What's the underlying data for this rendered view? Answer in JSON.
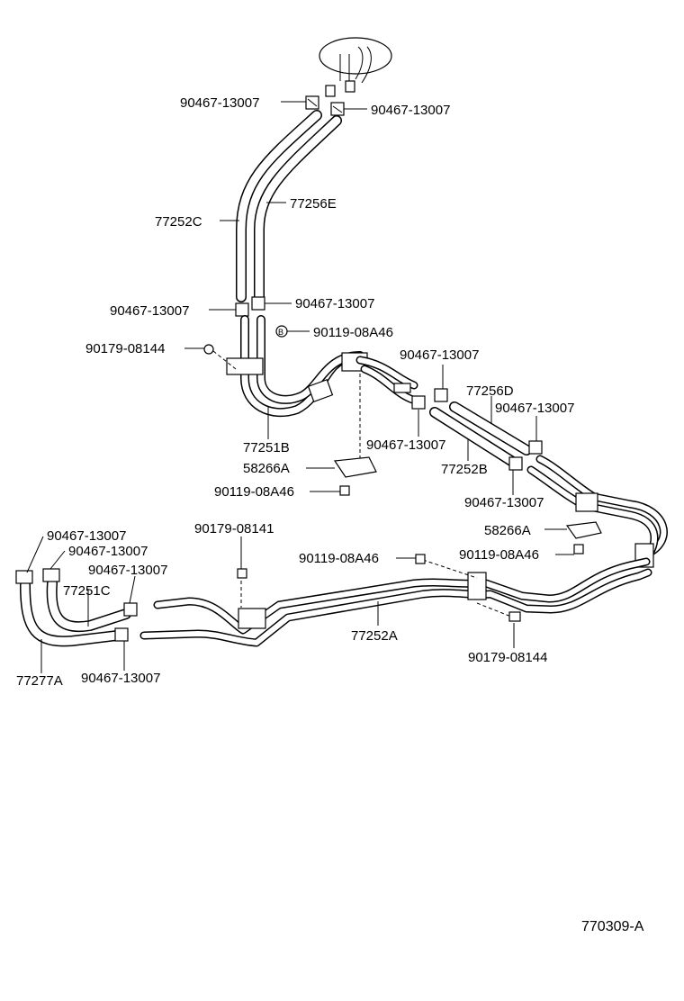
{
  "diagram": {
    "figure_code": "770309-A",
    "labels": {
      "clamp_top_left": "90467-13007",
      "clamp_top_right": "90467-13007",
      "hose_77252C": "77252C",
      "hose_77256E": "77256E",
      "clamp_mid_left": "90467-13007",
      "clamp_mid_right": "90467-13007",
      "bolt_90119_a": "90119-08A46",
      "nut_90179_08144_a": "90179-08144",
      "pipe_77251B": "77251B",
      "bracket_58266A_a": "58266A",
      "bolt_90119_b": "90119-08A46",
      "clamp_center_top": "90467-13007",
      "hose_77256D": "77256D",
      "clamp_right_top": "90467-13007",
      "clamp_center_bottom": "90467-13007",
      "hose_77252B": "77252B",
      "clamp_right_bottom": "90467-13007",
      "bracket_58266A_b": "58266A",
      "bolt_90119_c": "90119-08A46",
      "bolt_90119_d": "90119-08A46",
      "nut_90179_08141": "90179-08141",
      "pipe_77252A": "77252A",
      "nut_90179_08144_b": "90179-08144",
      "clamp_left_1": "90467-13007",
      "clamp_left_2": "90467-13007",
      "clamp_left_3": "90467-13007",
      "hose_77251C": "77251C",
      "hose_77277A": "77277A",
      "clamp_left_bottom": "90467-13007"
    }
  }
}
